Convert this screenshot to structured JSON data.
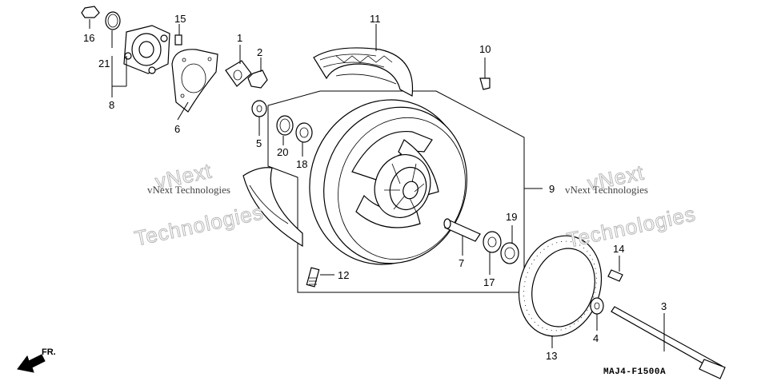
{
  "diagram": {
    "code": "MAJ4-F1500A",
    "direction_label": "FR.",
    "watermark": {
      "line1": "vNext",
      "line2": "Technologies",
      "caption": "vNext Technologies"
    },
    "callouts": [
      {
        "id": "c1",
        "label": "1"
      },
      {
        "id": "c2",
        "label": "2"
      },
      {
        "id": "c3",
        "label": "3"
      },
      {
        "id": "c4",
        "label": "4"
      },
      {
        "id": "c5",
        "label": "5"
      },
      {
        "id": "c6",
        "label": "6"
      },
      {
        "id": "c7",
        "label": "7"
      },
      {
        "id": "c8",
        "label": "8"
      },
      {
        "id": "c9",
        "label": "9"
      },
      {
        "id": "c10",
        "label": "10"
      },
      {
        "id": "c11",
        "label": "11"
      },
      {
        "id": "c12",
        "label": "12"
      },
      {
        "id": "c13",
        "label": "13"
      },
      {
        "id": "c14",
        "label": "14"
      },
      {
        "id": "c15",
        "label": "15"
      },
      {
        "id": "c16",
        "label": "16"
      },
      {
        "id": "c17",
        "label": "17"
      },
      {
        "id": "c18",
        "label": "18"
      },
      {
        "id": "c19",
        "label": "19"
      },
      {
        "id": "c20",
        "label": "20"
      },
      {
        "id": "c21",
        "label": "21"
      }
    ]
  }
}
